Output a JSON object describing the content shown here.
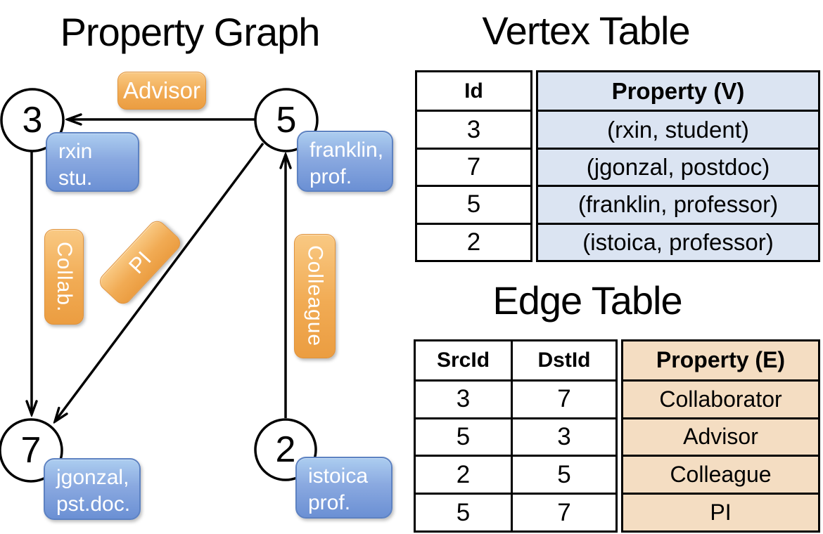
{
  "graph": {
    "title": "Property Graph",
    "nodes": [
      {
        "id": "3",
        "label_line1": "rxin",
        "label_line2": "stu."
      },
      {
        "id": "5",
        "label_line1": "franklin,",
        "label_line2": "prof."
      },
      {
        "id": "7",
        "label_line1": "jgonzal,",
        "label_line2": "pst.doc."
      },
      {
        "id": "2",
        "label_line1": "istoica",
        "label_line2": "prof."
      }
    ],
    "edge_labels": {
      "advisor": "Advisor",
      "collab": "Collab.",
      "pi": "PI",
      "colleague": "Colleague"
    }
  },
  "vertex_table": {
    "title": "Vertex Table",
    "columns": {
      "id": "Id",
      "property": "Property (V)"
    },
    "rows": [
      {
        "id": "3",
        "property": "(rxin, student)"
      },
      {
        "id": "7",
        "property": "(jgonzal, postdoc)"
      },
      {
        "id": "5",
        "property": "(franklin, professor)"
      },
      {
        "id": "2",
        "property": "(istoica, professor)"
      }
    ]
  },
  "edge_table": {
    "title": "Edge Table",
    "columns": {
      "src": "SrcId",
      "dst": "DstId",
      "property": "Property (E)"
    },
    "rows": [
      {
        "src": "3",
        "dst": "7",
        "property": "Collaborator"
      },
      {
        "src": "5",
        "dst": "3",
        "property": "Advisor"
      },
      {
        "src": "2",
        "dst": "5",
        "property": "Colleague"
      },
      {
        "src": "5",
        "dst": "7",
        "property": "PI"
      }
    ]
  },
  "colors": {
    "edge_label_orange": "#f0a84f",
    "vertex_label_blue": "#7d9edb",
    "vertex_property_bg": "#dbe4f2",
    "edge_property_bg": "#f4ddc2",
    "line": "#000000"
  }
}
